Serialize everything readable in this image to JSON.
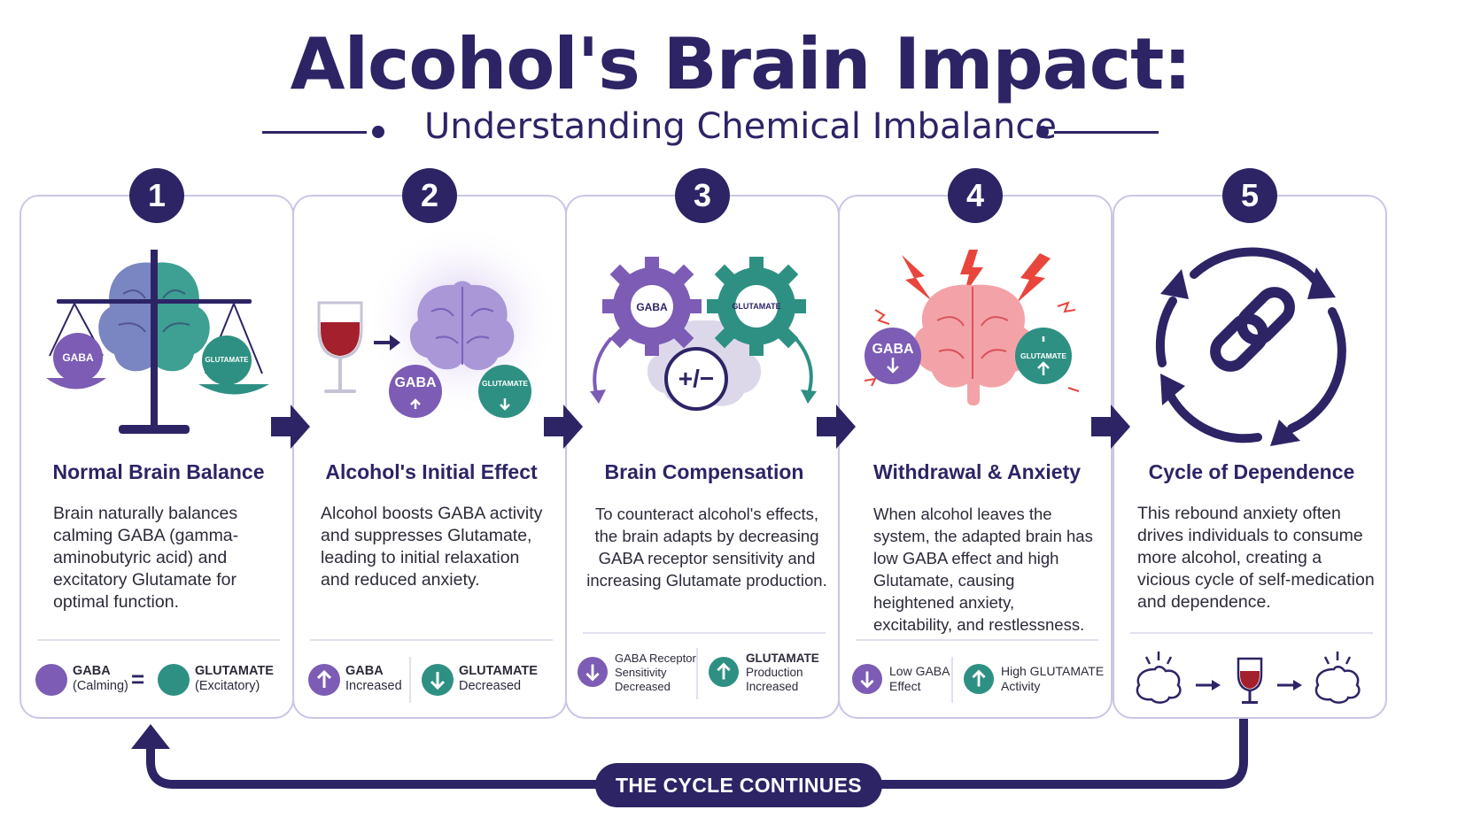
{
  "header": {
    "title": "Alcohol's Brain Impact:",
    "subtitle": "Understanding Chemical Imbalance"
  },
  "colors": {
    "navy": "#2d2466",
    "gaba_purple": "#7c5cb5",
    "glutamate_teal": "#2e9083",
    "wine_red": "#a3202c",
    "alert_red": "#e8453c",
    "card_border": "#c9c6e6"
  },
  "steps": [
    {
      "number": "1",
      "title": "Normal Brain Balance",
      "body": "Brain naturally balances calming GABA (gamma-aminobutyric acid) and excitatory Glutamate for optimal function.",
      "illus": {
        "left_pan": "GABA",
        "right_pan": "GLUTAMATE"
      },
      "legend": {
        "left_title": "GABA",
        "left_sub": "(Calming)",
        "equals": "=",
        "right_title": "GLUTAMATE",
        "right_sub": "(Excitatory)"
      }
    },
    {
      "number": "2",
      "title": "Alcohol's Initial Effect",
      "body": "Alcohol boosts GABA activity and suppresses Glutamate, leading to initial relaxation and reduced anxiety.",
      "illus": {
        "gaba_badge": "GABA",
        "glut_badge": "GLUTAMATE"
      },
      "legend": {
        "left_title": "GABA",
        "left_sub": "Increased",
        "right_title": "GLUTAMATE",
        "right_sub": "Decreased"
      }
    },
    {
      "number": "3",
      "title": "Brain Compensation",
      "body": "To counteract alcohol's effects, the brain adapts by decreasing GABA receptor sensitivity and increasing Glutamate production.",
      "illus": {
        "gear_left": "GABA",
        "gear_right": "GLUTAMATE",
        "center_symbol": "+/−"
      },
      "legend": {
        "left_title": "GABA Receptor",
        "left_sub": "Sensitivity",
        "left_sub2": "Decreased",
        "right_title": "GLUTAMATE",
        "right_sub": "Production",
        "right_sub2": "Increased"
      }
    },
    {
      "number": "4",
      "title": "Withdrawal & Anxiety",
      "body": "When alcohol leaves the system, the adapted brain has low GABA effect and high Glutamate, causing heightened anxiety, excitability, and restlessness.",
      "illus": {
        "gaba_badge": "GABA",
        "glut_badge": "GLUTAMATE"
      },
      "legend": {
        "left_title": "Low GABA",
        "left_sub": "Effect",
        "right_title": "High GLUTAMATE",
        "right_sub": "Activity"
      }
    },
    {
      "number": "5",
      "title": "Cycle of Dependence",
      "body": "This rebound anxiety often drives individuals to consume more alcohol, creating a vicious cycle of self-medication and dependence."
    }
  ],
  "footer": {
    "cycle_label": "THE CYCLE CONTINUES"
  }
}
